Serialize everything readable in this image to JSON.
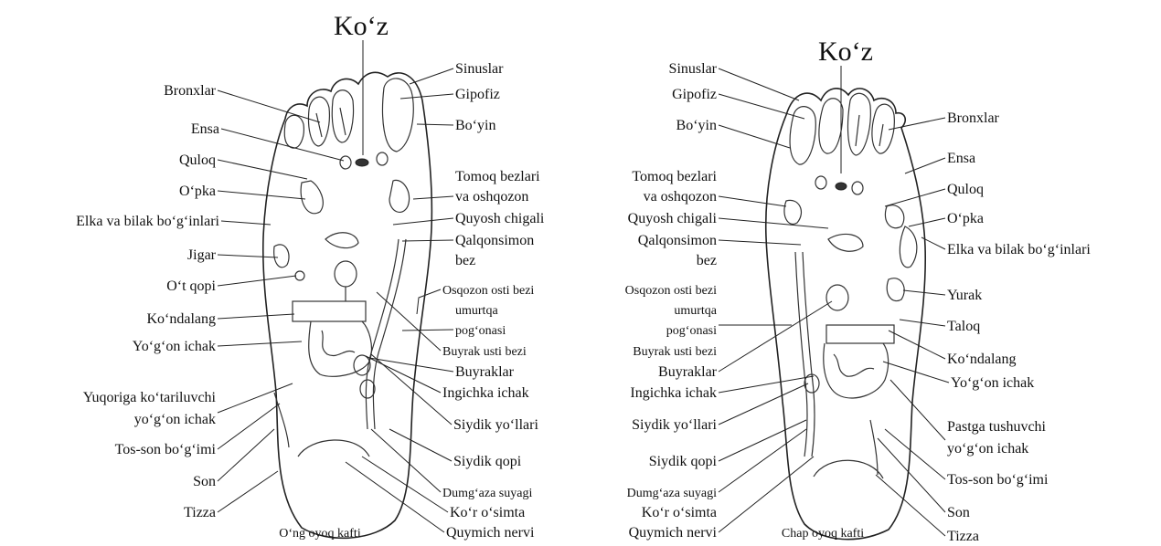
{
  "left": {
    "title": "Ko‘z",
    "caption": "O‘ng oyoq kafti",
    "labels": {
      "bronxlar": "Bronxlar",
      "ensa": "Ensa",
      "quloq": "Quloq",
      "opka": "O‘pka",
      "elka": "Elka va bilak bo‘g‘inlari",
      "jigar": "Jigar",
      "otqopi": "O‘t qopi",
      "kondalang": "Ko‘ndalang",
      "yogon": "Yo‘g‘on ichak",
      "yuqoriga1": "Yuqoriga ko‘tariluvchi",
      "yuqoriga2": "yo‘g‘on ichak",
      "tosson": "Tos-son bo‘g‘imi",
      "son": "Son",
      "tizza": "Tizza",
      "sinuslar": "Sinuslar",
      "gipofiz": "Gipofiz",
      "boyin": "Bo‘yin",
      "tomoq1": "Tomoq bezlari",
      "tomoq2": "va oshqozon",
      "quyosh": "Quyosh chigali",
      "qalqon1": "Qalqonsimon",
      "qalqon2": "bez",
      "osqozon1": "Osqozon osti bezi",
      "osqozon2": "umurtqa",
      "osqozon3": "pog‘onasi",
      "buyrakusti": "Buyrak usti bezi",
      "buyraklar": "Buyraklar",
      "ingichka": "Ingichka ichak",
      "siydikyol": "Siydik yo‘llari",
      "siydikqopi": "Siydik qopi",
      "dumgaza": "Dumg‘aza suyagi",
      "korsimta": "Ko‘r o‘simta",
      "quymich": "Quymich nervi"
    }
  },
  "right": {
    "title": "Ko‘z",
    "caption": "Chap oyoq kafti",
    "labels": {
      "sinuslar": "Sinuslar",
      "gipofiz": "Gipofiz",
      "boyin": "Bo‘yin",
      "tomoq1": "Tomoq bezlari",
      "tomoq2": "va oshqozon",
      "quyosh": "Quyosh chigali",
      "qalqon1": "Qalqonsimon",
      "qalqon2": "bez",
      "osqozon1": "Osqozon osti bezi",
      "osqozon2": "umurtqa",
      "osqozon3": "pog‘onasi",
      "buyrakusti": "Buyrak usti bezi",
      "buyraklar": "Buyraklar",
      "ingichka": "Ingichka ichak",
      "siydikyol": "Siydik yo‘llari",
      "siydikqopi": "Siydik qopi",
      "dumgaza": "Dumg‘aza suyagi",
      "korsimta": "Ko‘r o‘simta",
      "quymich": "Quymich nervi",
      "bronxlar": "Bronxlar",
      "ensa": "Ensa",
      "quloq": "Quloq",
      "opka": "O‘pka",
      "elka": "Elka va bilak bo‘g‘inlari",
      "yurak": "Yurak",
      "taloq": "Taloq",
      "kondalang": "Ko‘ndalang",
      "yogon": "Yo‘g‘on ichak",
      "pastga1": "Pastga tushuvchi",
      "pastga2": "yo‘g‘on ichak",
      "tosson": "Tos-son bo‘g‘imi",
      "son": "Son",
      "tizza": "Tizza"
    }
  }
}
